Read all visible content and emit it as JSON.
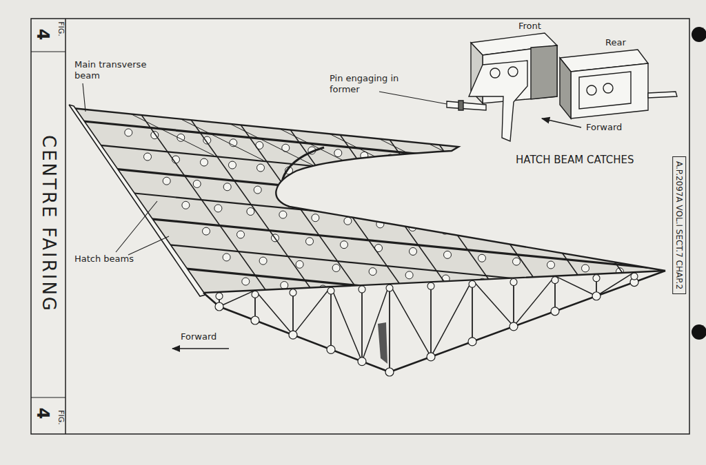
{
  "diagram": {
    "title": "CENTRE FAIRING",
    "labels": [
      "FIG.",
      "4",
      "FIG.",
      "4",
      "Main transverse beam",
      "Hatch beams",
      "Forward",
      "Pin engaging in former",
      "Front",
      "Rear",
      "Forward",
      "HATCH BEAM CATCHES",
      "A.P.2097A VOL.I SECT.7 CHAP.2"
    ]
  }
}
